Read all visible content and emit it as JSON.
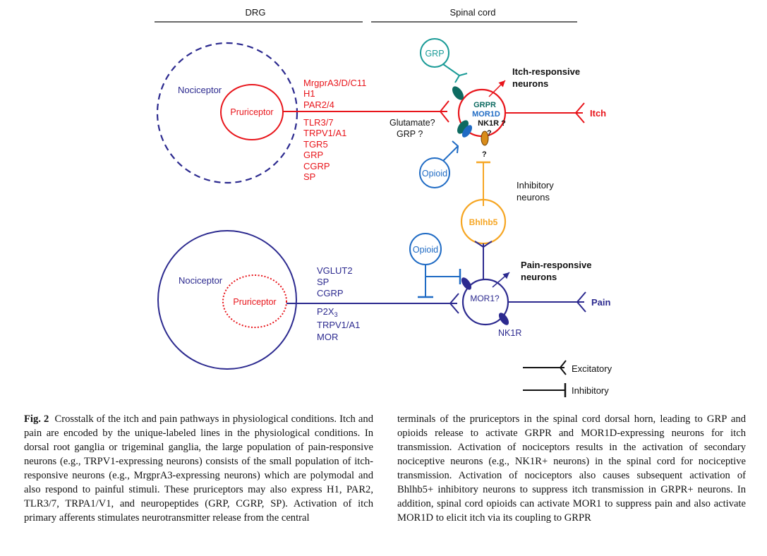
{
  "header": {
    "left": "DRG",
    "right": "Spinal cord"
  },
  "colors": {
    "red": "#e8151b",
    "navy": "#2c2a8f",
    "blue": "#1f6bc4",
    "teal": "#1a9b97",
    "orange": "#f6a623",
    "dark_teal": "#0d6b61"
  },
  "itch_pathway": {
    "nociceptor": "Nociceptor",
    "pruriceptor": "Pruriceptor",
    "markers": [
      "MrgprA3/D/C11",
      "H1",
      "PAR2/4",
      "TLR3/7",
      "TRPV1/A1",
      "TGR5",
      "GRP",
      "CGRP",
      "SP"
    ],
    "transmitter": [
      "Glutamate?",
      "GRP ?"
    ],
    "grp": "GRP",
    "opioid": "Opioid",
    "receptors": {
      "grpr": "GRPR",
      "mor1d": "MOR1D",
      "nk1r": "NK1R ?",
      "q1": "?",
      "q2": "?"
    },
    "neurons": "Itch-responsive\nneurons",
    "output": "Itch"
  },
  "inhibitory": {
    "bhlhb5": "Bhlhb5",
    "label": "Inhibitory\nneurons"
  },
  "pain_pathway": {
    "nociceptor": "Nociceptor",
    "pruriceptor": "Pruriceptor",
    "markers_top": [
      "VGLUT2",
      "SP",
      "CGRP"
    ],
    "p2x_base": "P2X",
    "p2x_sub": "3",
    "markers_bottom": [
      "TRPV1/A1",
      "MOR"
    ],
    "opioid": "Opioid",
    "mor1": "MOR1?",
    "nk1r": "NK1R",
    "neurons": "Pain-responsive\nneurons",
    "output": "Pain"
  },
  "legend": {
    "excitatory": "Excitatory",
    "inhibitory": "Inhibitory"
  },
  "caption": {
    "fig_label": "Fig. 2",
    "left_text": "Crosstalk of the itch and pain pathways in physiological conditions. Itch and pain are encoded by the unique-labeled lines in the physiological conditions. In dorsal root ganglia or trigeminal ganglia, the large population of pain-responsive neurons (e.g., TRPV1-expressing neurons) consists of the small population of itch-responsive neurons (e.g., MrgprA3-expressing neurons) which are polymodal and also respond to painful stimuli. These pruriceptors may also express H1, PAR2, TLR3/7, TRPA1/V1, and neuropeptides (GRP, CGRP, SP). Activation of itch primary afferents stimulates neurotransmitter release from the central",
    "right_text": "terminals of the pruriceptors in the spinal cord dorsal horn, leading to GRP and opioids release to activate GRPR and MOR1D-expressing neurons for itch transmission. Activation of nociceptors results in the activation of secondary nociceptive neurons (e.g., NK1R+ neurons) in the spinal cord for nociceptive transmission. Activation of nociceptors also causes subsequent activation of Bhlhb5+ inhibitory neurons to suppress itch transmission in GRPR+ neurons. In addition, spinal cord opioids can activate MOR1 to suppress pain and also activate MOR1D to elicit itch via its coupling to GRPR"
  }
}
